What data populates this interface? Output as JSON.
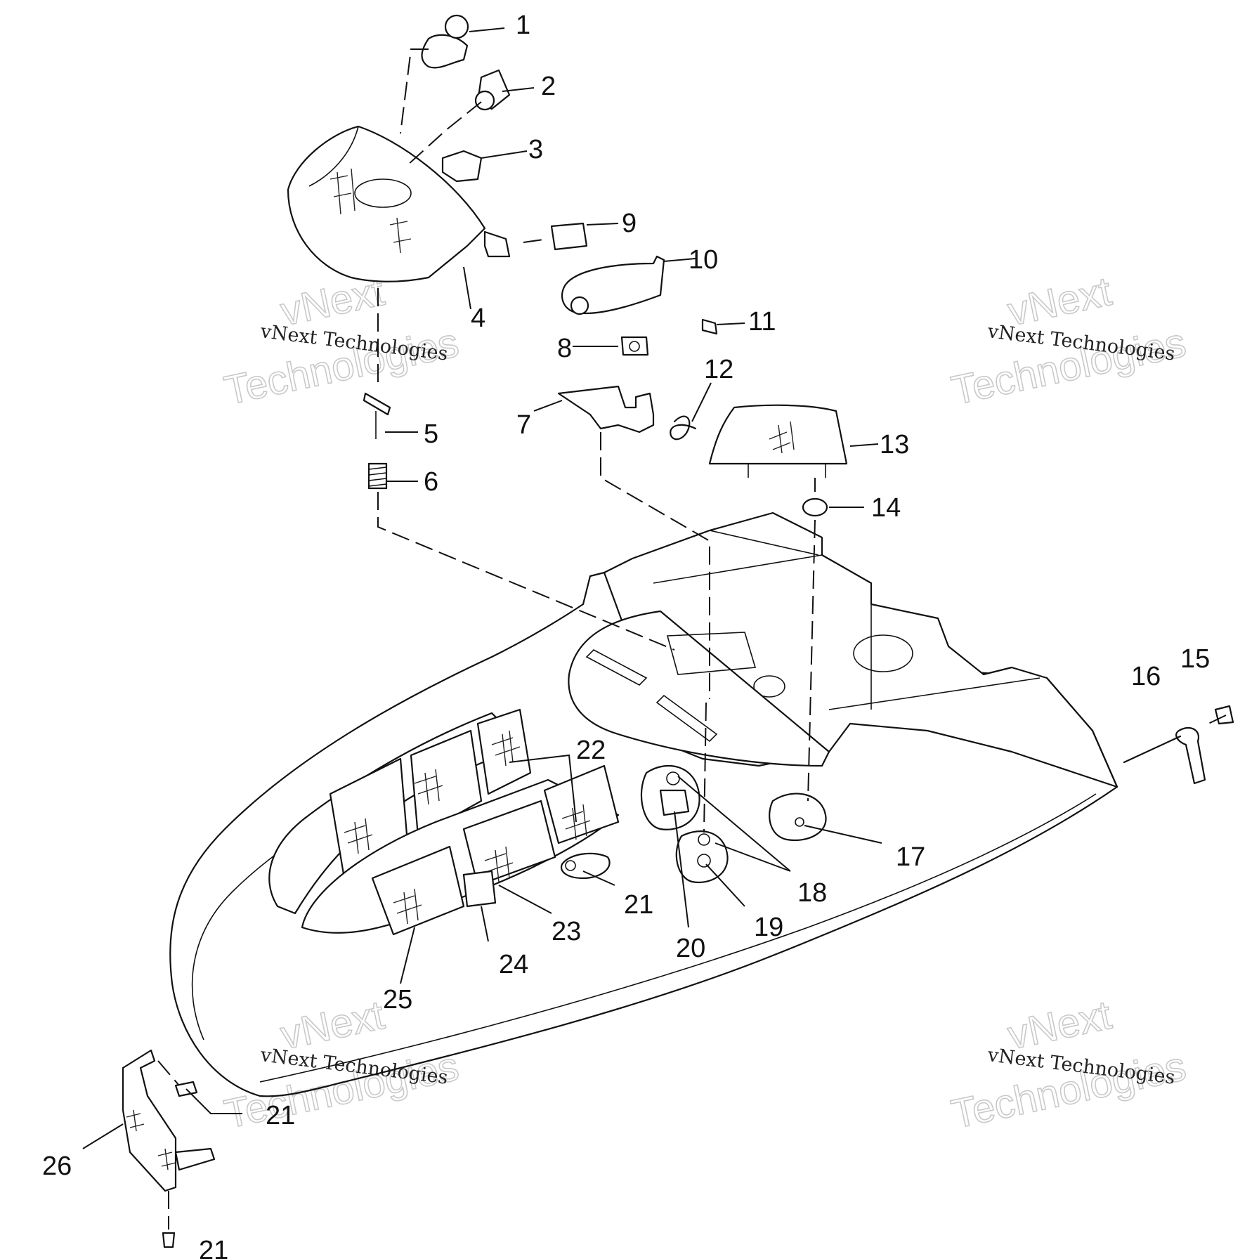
{
  "watermark": {
    "line1": "vNext",
    "line2": "Technologies",
    "small": "vNext Technologies"
  },
  "callouts": {
    "c1": "1",
    "c2": "2",
    "c3": "3",
    "c4": "4",
    "c5": "5",
    "c6": "6",
    "c7": "7",
    "c8": "8",
    "c9": "9",
    "c10": "10",
    "c11": "11",
    "c12": "12",
    "c13": "13",
    "c14": "14",
    "c15": "15",
    "c16": "16",
    "c17": "17",
    "c18": "18",
    "c19": "19",
    "c20": "20",
    "c21a": "21",
    "c21b": "21",
    "c21c": "21",
    "c22": "22",
    "c23": "23",
    "c24": "24",
    "c25": "25",
    "c26": "26"
  }
}
